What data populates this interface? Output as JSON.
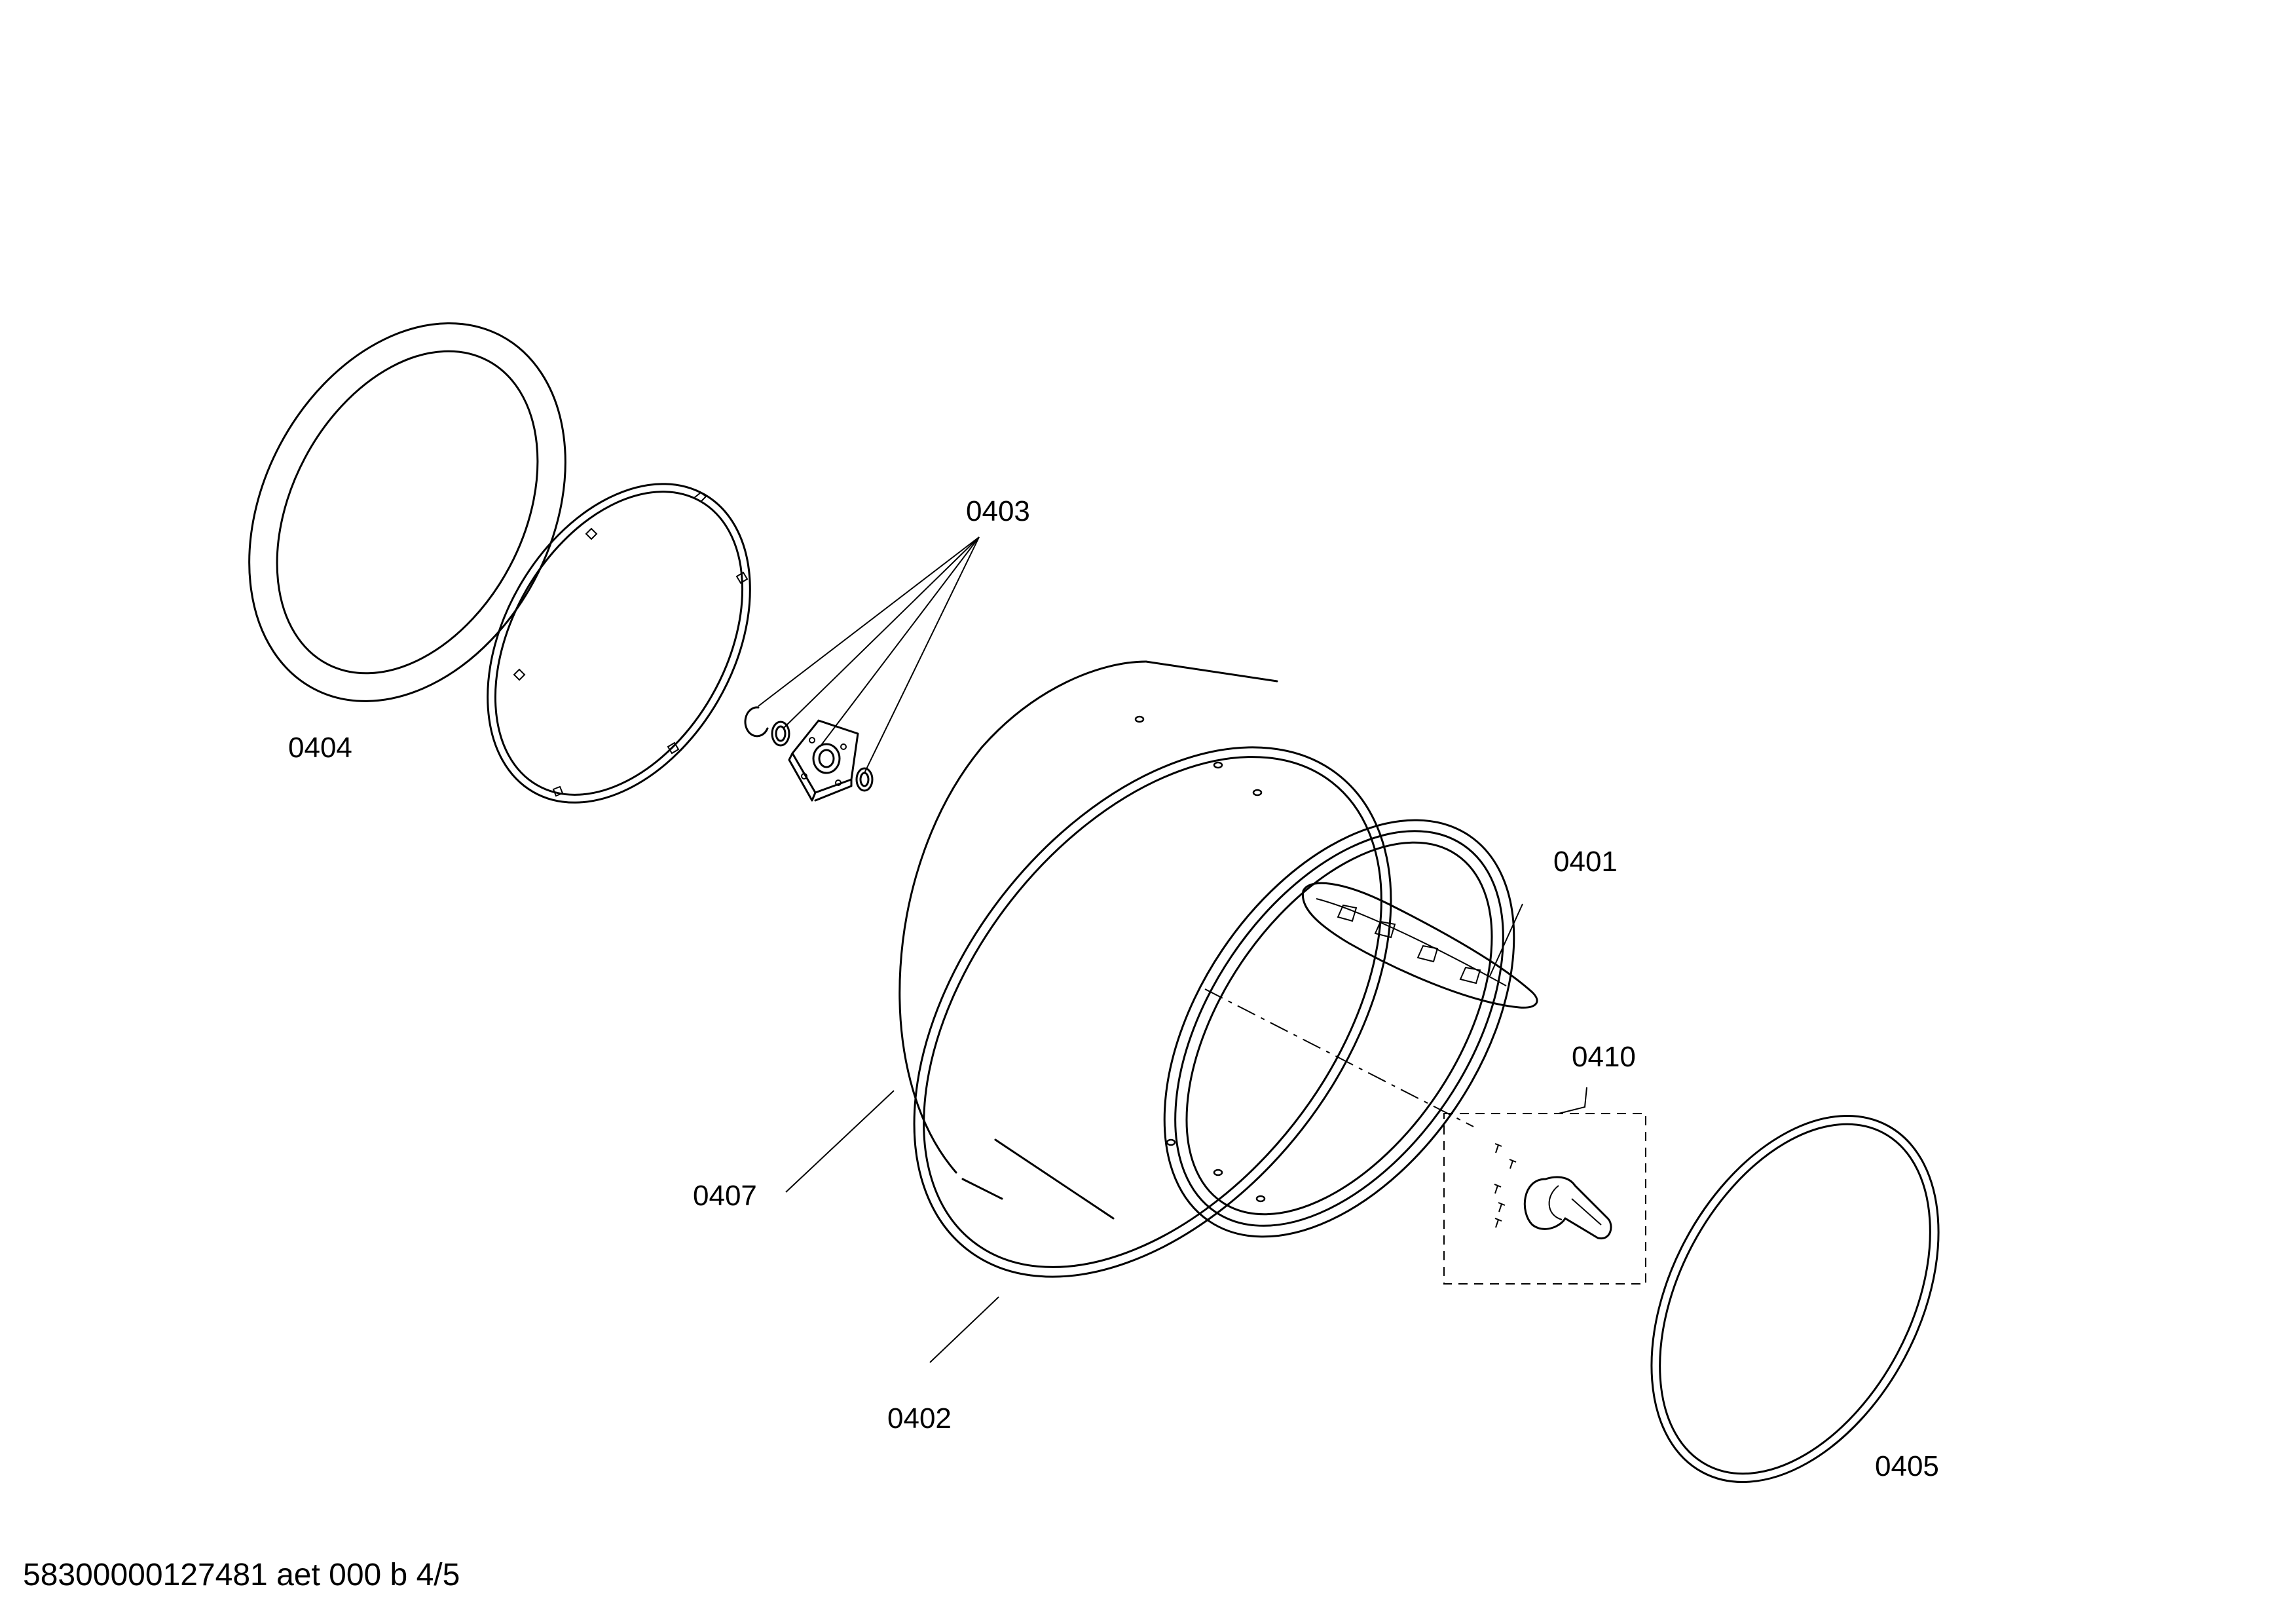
{
  "callouts": {
    "p0401": "0401",
    "p0402": "0402",
    "p0403": "0403",
    "p0404": "0404",
    "p0405": "0405",
    "p0407": "0407",
    "p0410": "0410"
  },
  "footer": {
    "document_code": "58300000127481 aet 000 b 4/5"
  },
  "colors": {
    "line": "#000000",
    "background": "#ffffff"
  }
}
